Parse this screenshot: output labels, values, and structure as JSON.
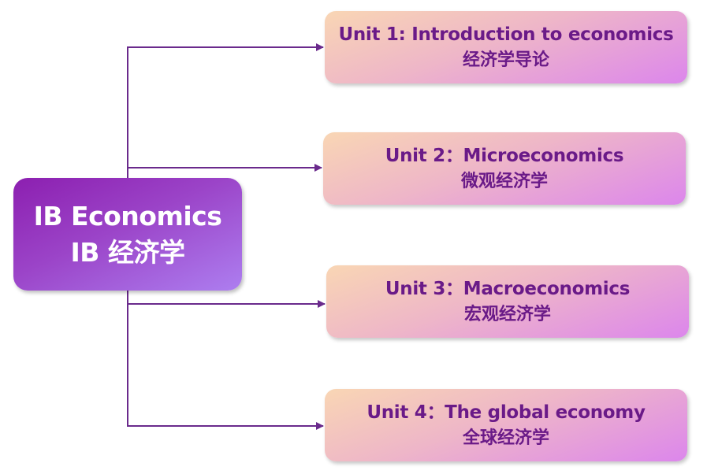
{
  "root": {
    "title_en": "IB Economics",
    "title_zh": "IB 经济学"
  },
  "units": [
    {
      "title_en": "Unit 1: Introduction to economics",
      "title_zh": "经济学导论"
    },
    {
      "title_en": "Unit 2：Microeconomics",
      "title_zh": "微观经济学"
    },
    {
      "title_en": "Unit 3：Macroeconomics",
      "title_zh": "宏观经济学"
    },
    {
      "title_en": "Unit 4：The global economy",
      "title_zh": "全球经济学"
    }
  ],
  "colors": {
    "connector": "#6a2a8c",
    "unit_text": "#6a1a88",
    "root_text": "#ffffff"
  }
}
